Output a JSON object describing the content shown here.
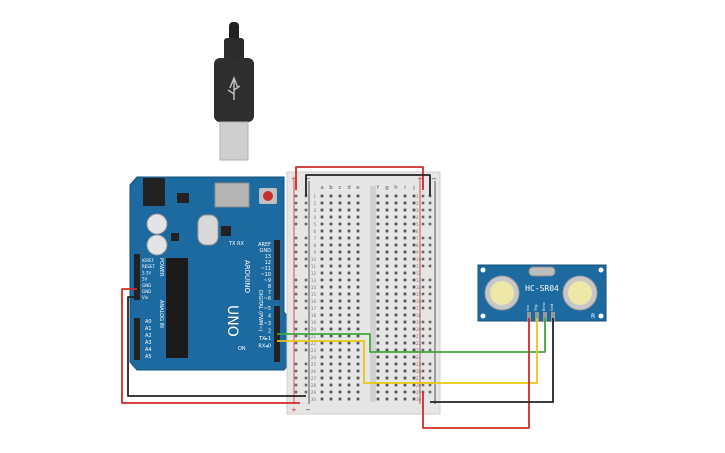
{
  "arduino": {
    "brand": "UNO",
    "logo": "ARDUINO",
    "reset_label": "RESET",
    "digital_header": "DIGITAL (PWM~)",
    "analog_header": "ANALOG IN",
    "power_header": "POWER",
    "on_label": "ON",
    "tx_label": "TX",
    "rx_label": "RX",
    "power_pins": [
      "IOREF",
      "RESET",
      "3.3V",
      "5V",
      "GND",
      "GND",
      "Vin"
    ],
    "analog_pins": [
      "A0",
      "A1",
      "A2",
      "A3",
      "A4",
      "A5"
    ],
    "digital_pins": [
      "AREF",
      "GND",
      "13",
      "12",
      "~11",
      "~10",
      "~9",
      "8",
      "7",
      "~6",
      "~5",
      "4",
      "~3",
      "2",
      "TX▸1",
      "RX◂0"
    ]
  },
  "breadboard": {
    "columns_left": [
      "a",
      "b",
      "c",
      "d",
      "e"
    ],
    "columns_right": [
      "f",
      "g",
      "h",
      "i",
      "j"
    ],
    "rows": 30,
    "rail_plus": "+",
    "rail_minus": "−"
  },
  "sensor": {
    "model": "HC-SR04",
    "pins": [
      "Vcc",
      "Trig",
      "Echo",
      "Gnd"
    ],
    "side_label": "R"
  },
  "colors": {
    "board": "#1d6aa0",
    "breadboard": "#e6e6e6",
    "wire_red": "#d12a2a",
    "wire_black": "#222222",
    "wire_green": "#3ea83e",
    "wire_yellow": "#e8c613"
  }
}
